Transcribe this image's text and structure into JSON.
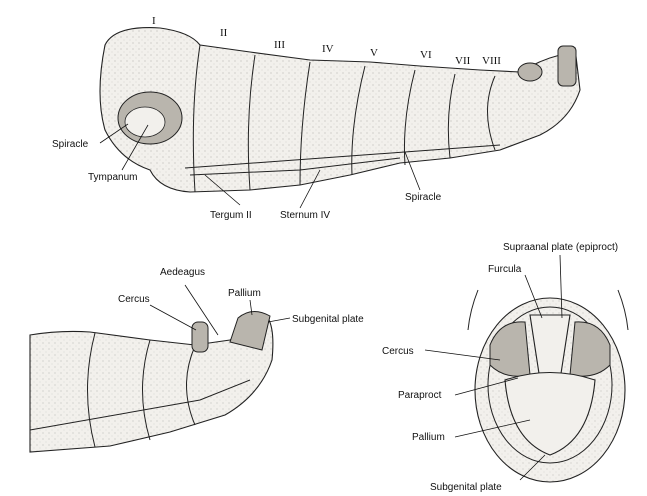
{
  "top_view": {
    "segment_numerals": [
      "I",
      "II",
      "III",
      "IV",
      "V",
      "VI",
      "VII",
      "VIII"
    ],
    "labels": {
      "spiracle_left": "Spiracle",
      "tympanum": "Tympanum",
      "tergum": "Tergum II",
      "sternum": "Sternum IV",
      "spiracle_right": "Spiracle"
    }
  },
  "bottom_left_view": {
    "labels": {
      "aedeagus": "Aedeagus",
      "cercus": "Cercus",
      "pallium": "Pallium",
      "subgenital_plate": "Subgenital plate"
    }
  },
  "bottom_right_view": {
    "labels": {
      "supraanal_plate": "Supraanal plate (epiproct)",
      "furcula": "Furcula",
      "cercus": "Cercus",
      "paraproct": "Paraproct",
      "pallium": "Pallium",
      "subgenital_plate": "Subgenital plate"
    }
  }
}
